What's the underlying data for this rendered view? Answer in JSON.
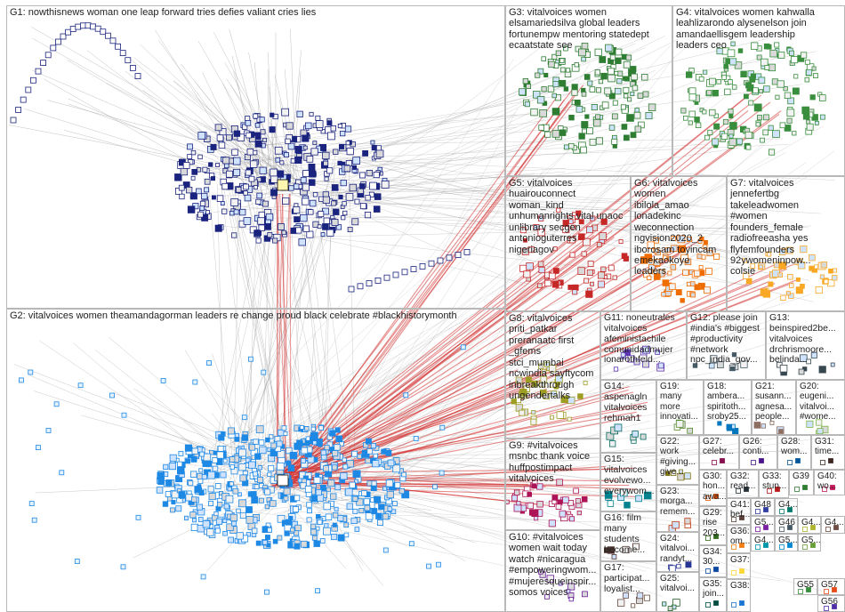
{
  "groups": [
    {
      "id": "g1",
      "label": "G1: nowthisnews woman one leap forward tries defies valiant cries lies",
      "accent": "#1a237e"
    },
    {
      "id": "g2",
      "label": "G2: vitalvoices women theamandagorman leaders re change proud black celebrate #blackhistorymonth",
      "accent": "#1565c0"
    },
    {
      "id": "g3",
      "label": "G3: vitalvoices women\nelsamariedsilva global leaders\nfortunempw mentoring statedept\necaatstate see",
      "accent": "#2e7d32"
    },
    {
      "id": "g4",
      "label": "G4: vitalvoices women kahwalla\nleahlizarondo alysenelson join\namandaellisgem leadership\nleaders ceo",
      "accent": "#388e3c"
    },
    {
      "id": "g5",
      "label": "G5: vitalvoices\nhuairouconnect\nwoman_kind\nunhumanrights vital unaoc\nunlibrary secgen\nantonioguterres\nnigeriagov",
      "accent": "#c62828"
    },
    {
      "id": "g6",
      "label": "G6: vitalvoices women\nibilola_amao lonadekinc\nweconnection\nngvision2020_2\niborosam toyincam\nemekaokoye leaders",
      "accent": "#ef6c00"
    },
    {
      "id": "g7",
      "label": "G7: vitalvoices\njennefertbg\ntakeleadwomen\n#women\nfounders_female\nradiofreeasha yes\nflyfemfounders\n92ywomeninpow...\ncolsie",
      "accent": "#f9a825"
    },
    {
      "id": "g8",
      "label": "G8: vitalvoices\npriti_patkar\npreranaatc first\n_gfems\nstci_mumbai\nncwindia sayftycom\ninbreakthrough\nungendertalks",
      "accent": "#9e9d24"
    },
    {
      "id": "g9",
      "label": "G9: #vitalvoices\nmsnbc thank voice\nhuffpostimpact\nvitalvoices",
      "accent": "#ad1457"
    },
    {
      "id": "g10",
      "label": "G10: #vitalvoices\nwomen wait today\nwatch #nicaragua\n#empoweringwom...\n#mujeresqueinspir...\nsomos voices",
      "accent": "#6a1b9a"
    },
    {
      "id": "g11",
      "label": "G11: noneutrales\nvitalvoices\nafeministachile\ncomunidadmujer\nionarothfeld...",
      "accent": "#5e35b1"
    },
    {
      "id": "g12",
      "label": "G12: please join\n#india's #biggest\n#productivity\n#network\nnpc_india_gov...",
      "accent": "#455a64"
    },
    {
      "id": "g13",
      "label": "G13: beinspired2be...\nvitalvoices\ndrchrismoore...\nbelinda...",
      "accent": "#37474f"
    },
    {
      "id": "g14",
      "label": "G14:\naspenagln\nvitalvoices\nrehmah1",
      "accent": "#00695c"
    },
    {
      "id": "g15",
      "label": "G15:\nvitalvoices\nevolvewo...\neverywom...",
      "accent": "#00838f"
    },
    {
      "id": "g16",
      "label": "G16: film\nmany\nstudents\nbecome...",
      "accent": "#4e342e"
    },
    {
      "id": "g17",
      "label": "G17:\nparticipat...\nloyalist...",
      "accent": "#6d4c41"
    },
    {
      "id": "g18",
      "label": "G18:\nambera...\nspiritoth...\nsroby25...",
      "accent": "#0277bd"
    },
    {
      "id": "g19",
      "label": "G19:\nmany\nmore\ninnovati...",
      "accent": "#558b2f"
    },
    {
      "id": "g20",
      "label": "G20:\neugeni...\nvitalvoi...\n#wome...",
      "accent": "#7cb342"
    },
    {
      "id": "g21",
      "label": "G21:\nsusann...\nagnesa...\npeople...",
      "accent": "#8d6e63"
    },
    {
      "id": "g22",
      "label": "G22:\nwork\n#giving...\ngive...",
      "accent": "#827717"
    },
    {
      "id": "g23",
      "label": "G23:\nmorga...\nremem...",
      "accent": "#bf360c"
    },
    {
      "id": "g24",
      "label": "G24:\nvitalvoi...\nrandyt...",
      "accent": "#283593"
    },
    {
      "id": "g25",
      "label": "G25:\nvitalvoi...",
      "accent": "#1b5e20"
    },
    {
      "id": "g26",
      "label": "G26:\nconti...",
      "accent": "#4a148c"
    },
    {
      "id": "g27",
      "label": "G27:\ncelebr...",
      "accent": "#880e4f"
    },
    {
      "id": "g28",
      "label": "G28:\nwom...",
      "accent": "#01579b"
    },
    {
      "id": "g29",
      "label": "G29:\nrise\n203...",
      "accent": "#33691e"
    },
    {
      "id": "g30",
      "label": "G30:\nhon...\nawa...",
      "accent": "#e65100"
    },
    {
      "id": "g31",
      "label": "G31:\ntime...",
      "accent": "#3e2723"
    },
    {
      "id": "g32",
      "label": "G32:\nread...",
      "accent": "#263238"
    },
    {
      "id": "g33",
      "label": "G33:\nstun...",
      "accent": "#b71c1c"
    },
    {
      "id": "g34",
      "label": "G34:\n30...",
      "accent": "#0d47a1"
    },
    {
      "id": "g35",
      "label": "G35:\njoin...",
      "accent": "#004d40"
    },
    {
      "id": "g36",
      "label": "G36:\nom...",
      "accent": "#f57f17"
    },
    {
      "id": "g37",
      "label": "G37:",
      "accent": "#fdd835"
    },
    {
      "id": "g38",
      "label": "G38:",
      "accent": "#1976d2"
    },
    {
      "id": "g39",
      "label": "G39",
      "accent": "#2e7d32"
    },
    {
      "id": "g40",
      "label": "G40:\nwo...",
      "accent": "#c2185b"
    },
    {
      "id": "g41",
      "label": "G41:\nbef...",
      "accent": "#5d4037"
    },
    {
      "id": "g48",
      "label": "G48",
      "accent": "#303f9f"
    },
    {
      "id": "g4x",
      "label": "G4...",
      "accent": "#00796b"
    },
    {
      "id": "g5x",
      "label": "G5...",
      "accent": "#7b1fa2"
    },
    {
      "id": "g46",
      "label": "G46",
      "accent": "#455a64"
    },
    {
      "id": "g4y",
      "label": "G4...",
      "accent": "#afb42b"
    },
    {
      "id": "g4z",
      "label": "G4...",
      "accent": "#6d4c41"
    },
    {
      "id": "g4w",
      "label": "G4...",
      "accent": "#0097a7"
    },
    {
      "id": "g55",
      "label": "G55",
      "accent": "#388e3c"
    },
    {
      "id": "g57",
      "label": "G57",
      "accent": "#e64a19"
    },
    {
      "id": "g56",
      "label": "G56",
      "accent": "#512da8"
    },
    {
      "id": "g5y",
      "label": "G5...",
      "accent": "#0288d1"
    },
    {
      "id": "g5z",
      "label": "G5...",
      "accent": "#689f38"
    }
  ],
  "colors": {
    "edge_grey": "#9a9a9a",
    "edge_red": "#d32f2f",
    "g1_node": "#1a237e",
    "g2_node": "#1e88e5",
    "panel_border": "#b8b8b8"
  }
}
